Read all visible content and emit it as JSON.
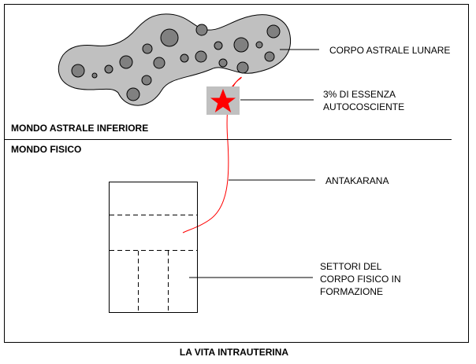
{
  "diagram": {
    "world_upper": "MONDO ASTRALE INFERIORE",
    "world_lower": "MONDO FISICO",
    "caption": "LA VITA INTRAUTERINA",
    "labels": {
      "astral_body": "CORPO ASTRALE LUNARE",
      "essence_line1": "3% DI ESSENZA",
      "essence_line2": "AUTOCOSCIENTE",
      "antakarana": "ANTAKARANA",
      "sectors_line1": "SETTORI DEL",
      "sectors_line2": "CORPO FISICO IN",
      "sectors_line3": "FORMAZIONE"
    },
    "colors": {
      "astral_fill": "#c0c0c0",
      "star": "#ff0000",
      "cord": "#ff0000",
      "star_box": "#c0c0c0"
    }
  }
}
